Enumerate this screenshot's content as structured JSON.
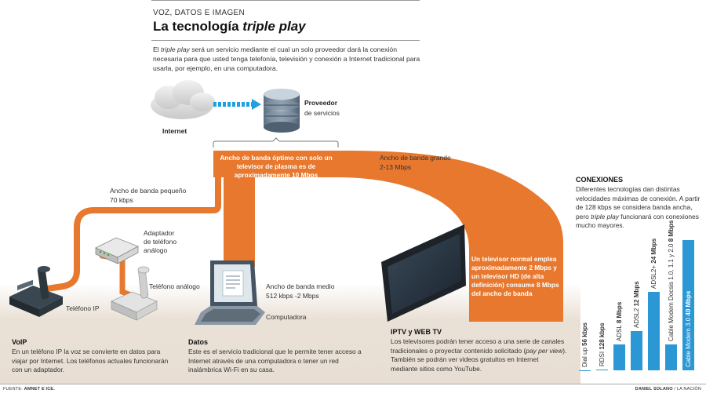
{
  "header": {
    "kicker": "VOZ, DATOS E IMAGEN",
    "title_main": "La tecnología ",
    "title_italic": "triple play",
    "intro_1": "El ",
    "intro_italic": "triple play",
    "intro_2": " será un servicio mediante el cual un solo proveedor dará la conexión necesaria para que usted tenga telefonía, televisión y conexión a Internet tradicional para usarla, por ejemplo, en una computadora."
  },
  "nodes": {
    "internet": "Internet",
    "provider_title": "Proveedor",
    "provider_sub": "de servicios",
    "adapter": "Adaptador\nde teléfono\nanálogo",
    "analog_phone": "Teléfono análogo",
    "ip_phone": "Teléfono IP",
    "computer": "Computadora"
  },
  "bandwidth": {
    "optimal": "Ancho de banda óptimo con solo un televisor de plasma es de aproximadamente 10 Mbps",
    "large_label": "Ancho de banda grande",
    "large_value": "2-13 Mbps",
    "small_label": "Ancho de banda pequeño",
    "small_value": "70 kbps",
    "medium_label": "Ancho de banda medio",
    "medium_value": "512 kbps -2 Mbps",
    "tv_note": "Un televisor normal emplea aproximadamente 2 Mbps y un televisor HD (de alta definición) consume 8 Mbps del ancho de banda"
  },
  "sections": {
    "voip_title": "VoIP",
    "voip_text": "En un teléfono IP la voz se convierte en datos para viajar por Internet. Los teléfonos actuales funcionarán con un adaptador.",
    "data_title": "Datos",
    "data_text": "Este es el servicio tradicional que le permite tener acceso a Internet através de una computadora o tener un red inalámbrica Wi-Fi en su casa.",
    "iptv_title": "IPTV y WEB TV",
    "iptv_text_1": "Los televisores podrán tener acceso a una serie de canales tradicionales o proyectar contenido solicitado (",
    "iptv_italic": "pay per view",
    "iptv_text_2": "). También se podrán ver videos gratuitos en Internet mediante sitios como YouTube."
  },
  "connections": {
    "title": "CONEXIONES",
    "text_1": "Diferentes tecnologías dan distintas velocidades máximas de conexión. A partir de 128 kbps se considera banda ancha, pero ",
    "text_italic": "triple play",
    "text_2": " funcionará con conexiones mucho mayores."
  },
  "chart_data": {
    "type": "bar",
    "categories": [
      "Dial up",
      "RDSI",
      "ADSL",
      "ADSL2",
      "ADSL2+",
      "Cable Modem Docsis 1.0, 1.1 y 2.0",
      "Cable Modem 3.0"
    ],
    "value_labels": [
      "56 kbps",
      "128 kbps",
      "8 Mbps",
      "12 Mbps",
      "24 Mbps",
      "8 Mbps",
      "40 Mbps"
    ],
    "values_mbps": [
      0.056,
      0.128,
      8,
      12,
      24,
      8,
      40
    ],
    "bar_color": "#2b97d4"
  },
  "footer": {
    "source_label": "FUENTE: ",
    "source": "AMNET E ICE.",
    "author": "DANIEL SOLANO",
    "outlet": " / LA NACIÓN"
  },
  "colors": {
    "orange": "#e7782d",
    "blue_bar": "#2b97d4",
    "arrow_blue": "#1fa0e0"
  }
}
